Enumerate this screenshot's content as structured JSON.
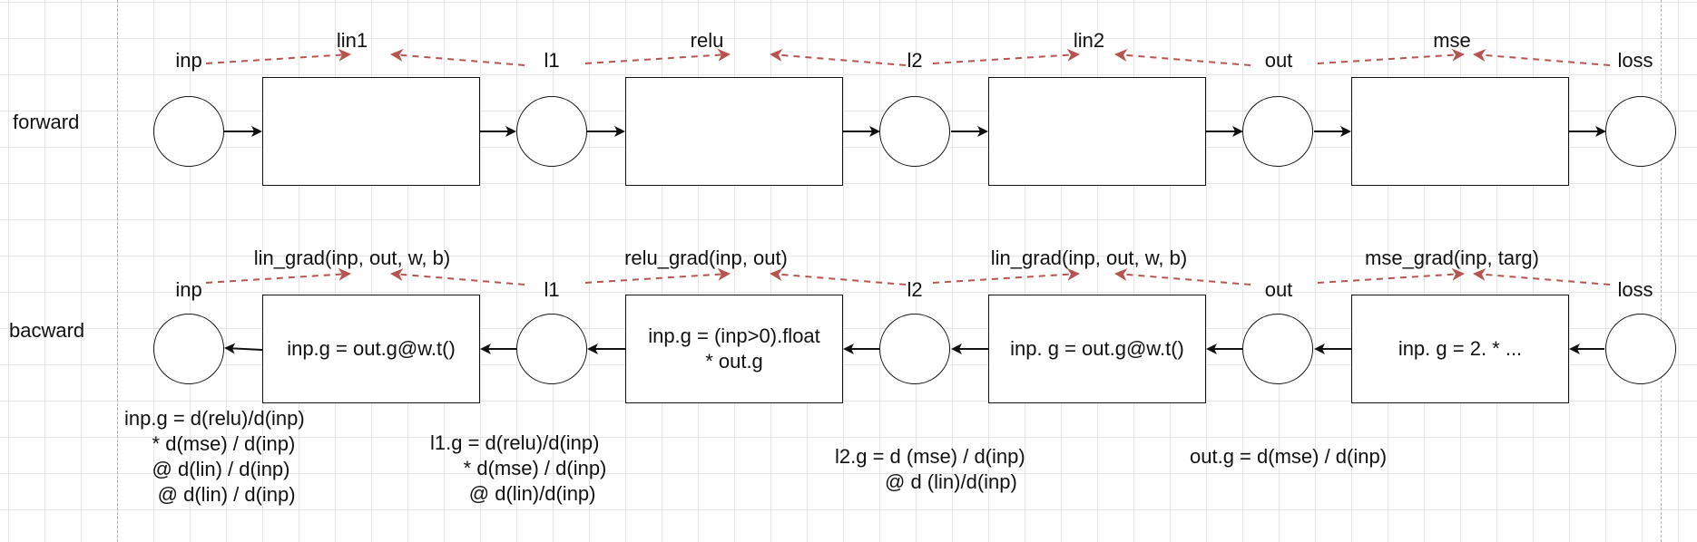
{
  "rows": {
    "forward": "forward",
    "backward": "bacward"
  },
  "forward": {
    "vars": [
      "inp",
      "l1",
      "l2",
      "out",
      "loss"
    ],
    "ops": [
      "lin1",
      "relu",
      "lin2",
      "mse"
    ],
    "boxes": [
      "",
      "",
      "",
      ""
    ]
  },
  "backward": {
    "vars": [
      "inp",
      "l1",
      "l2",
      "out",
      "loss"
    ],
    "ops": [
      "lin_grad(inp, out, w, b)",
      "relu_grad(inp, out)",
      "lin_grad(inp, out, w, b)",
      "mse_grad(inp, targ)"
    ],
    "boxes": [
      "inp.g = out.g@w.t()",
      "inp.g = (inp>0).float\n * out.g",
      "inp. g = out.g@w.t()",
      "inp. g = 2. * ..."
    ]
  },
  "notes": {
    "inp_g": "inp.g = d(relu)/d(inp)\n     * d(mse) / d(inp)\n     @ d(lin) / d(inp)\n      @ d(lin) / d(inp)",
    "l1_g": "l1.g = d(relu)/d(inp)\n      * d(mse) / d(inp)\n       @ d(lin)/d(inp)",
    "l2_g": "l2.g = d (mse) / d(inp)\n         @ d (lin)/d(inp)",
    "out_g": "out.g = d(mse) / d(inp)"
  },
  "colors": {
    "line": "#111111",
    "dashed_arrow": "#b85450",
    "separator": "#b3b3b3",
    "grid": "#e6e6e6"
  }
}
